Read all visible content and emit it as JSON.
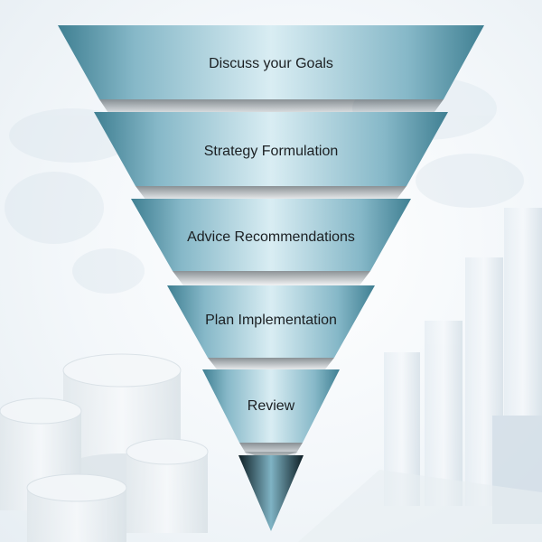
{
  "funnel": {
    "stages": [
      {
        "label": "Discuss your Goals"
      },
      {
        "label": "Strategy Formulation"
      },
      {
        "label": "Advice Recommendations"
      },
      {
        "label": "Plan Implementation"
      },
      {
        "label": "Review"
      }
    ]
  },
  "colors": {
    "band_light": "#d9edf3",
    "band_mid": "#9cc6d4",
    "band_dark": "#3f7f92",
    "tip_dark": "#0d1e24",
    "tip_light": "#7fb3c4"
  },
  "background": {
    "decoration": [
      "stacked-coins",
      "bar-chart"
    ]
  }
}
